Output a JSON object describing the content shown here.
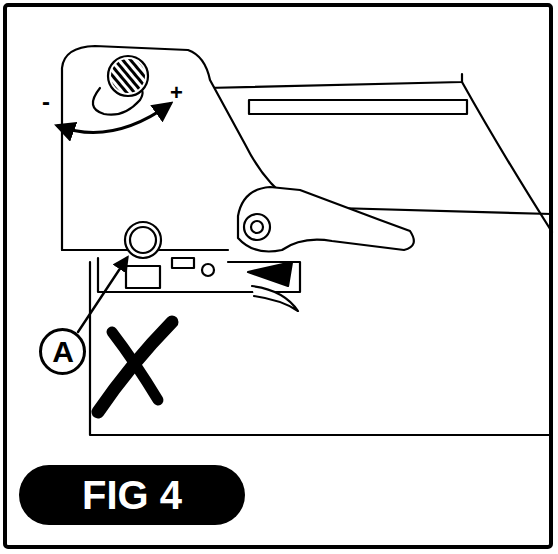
{
  "diagram": {
    "nodes": [
      {
        "text": [
          "A"
        ]
      },
      {
        "text": [
          "FIG 4"
        ]
      }
    ],
    "labels": [
      "-",
      "+"
    ]
  }
}
